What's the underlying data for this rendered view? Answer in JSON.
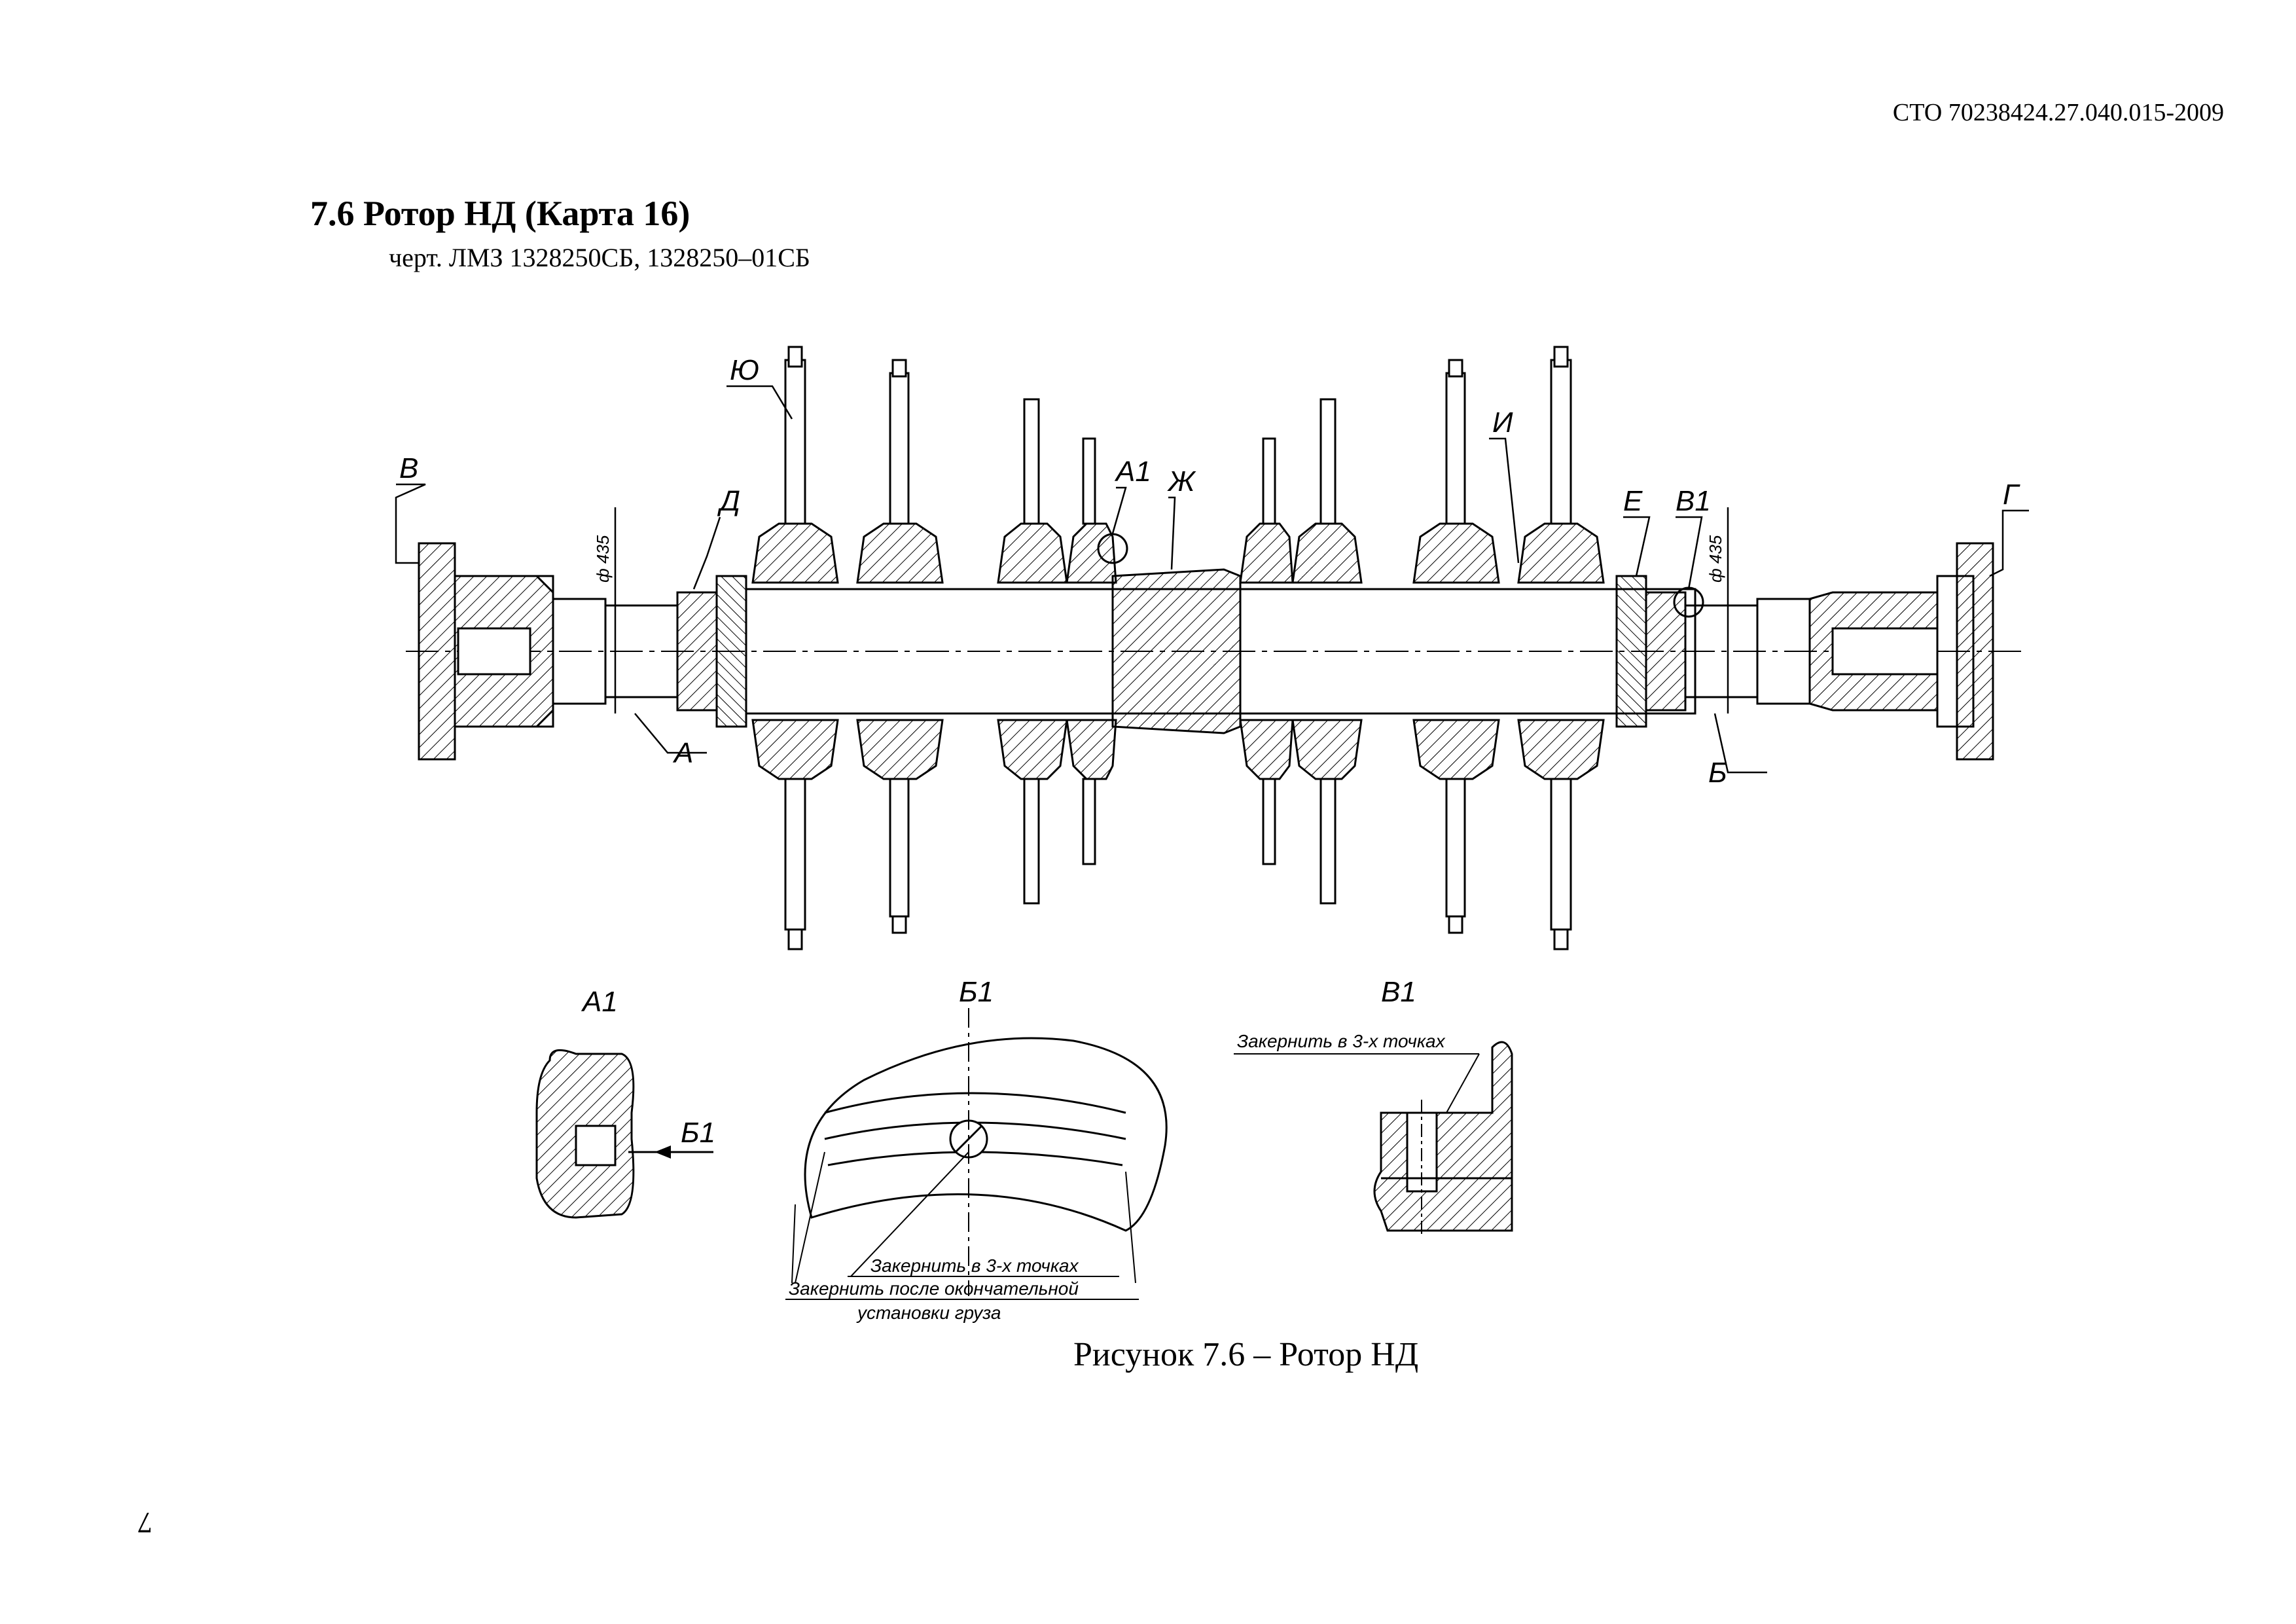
{
  "document": {
    "code": "СТО 70238424.27.040.015-2009",
    "title": "7.6 Ротор НД (Карта 16)",
    "subtitle": "черт. ЛМЗ 1328250СБ, 1328250–01СБ",
    "caption": "Рисунок 7.6 – Ротор НД",
    "page_number": "7"
  },
  "drawing": {
    "labels": {
      "yu": "Ю",
      "v": "В",
      "d": "Д",
      "a1": "А1",
      "zh": "Ж",
      "i": "И",
      "e": "Е",
      "v1": "В1",
      "g": "Г",
      "a": "А",
      "b": "Б"
    },
    "dimensions": {
      "left_dia": "ф 435",
      "right_dia": "ф 435"
    },
    "details": {
      "a1": {
        "title": "А1",
        "arrow_label": "Б1"
      },
      "b1": {
        "title": "Б1",
        "note1": "Закернить в 3-х точках",
        "note2_line1": "Закернить после окончательной",
        "note2_line2": "установки груза"
      },
      "v1": {
        "title": "В1",
        "note": "Закернить в 3-х точках"
      }
    }
  }
}
